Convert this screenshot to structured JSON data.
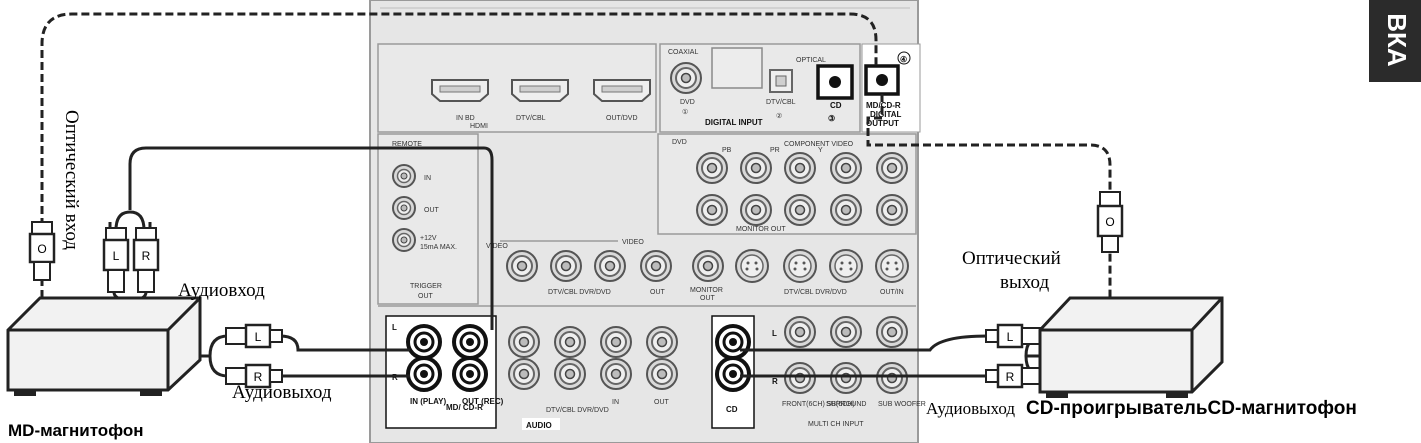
{
  "tab": {
    "text": "ВКА"
  },
  "labels": {
    "optical_in": "Оптический вход",
    "audio_in": "Аудиовход",
    "audio_out_left": "Аудиовыход",
    "md_recorder": "MD-магнитофон",
    "optical_out_line1": "Оптический",
    "optical_out_line2": "выход",
    "audio_out_right": "Аудиовыход",
    "cd_players": "CD-проигрывательCD-магнитофон"
  },
  "plugs": {
    "O": "O",
    "L": "L",
    "R": "R"
  },
  "panel": {
    "coaxial": "COAXIAL",
    "optical": "OPTICAL",
    "dvd": "DVD",
    "n1": "①",
    "dtv_cbl": "DTV/CBL",
    "n2": "②",
    "cd": "CD",
    "n3": "③",
    "n4": "④",
    "md_cdr": "MD/CD-R",
    "digital": "DIGITAL",
    "output": "OUTPUT",
    "digital_input": "DIGITAL INPUT",
    "hdmi": "HDMI",
    "in_bd": "IN BD",
    "in_dtv": "DTV/CBL",
    "out_dvd": "OUT/DVD",
    "remote": "REMOTE",
    "in": "IN",
    "out": "OUT",
    "v12": "+12V",
    "ma": "15mA MAX.",
    "trigger": "TRIGGER",
    "trigger_out": "OUT",
    "video": "VIDEO",
    "video_left": "VIDEO",
    "component_video": "COMPONENT VIDEO",
    "pb": "PB",
    "pr": "PR",
    "y": "Y",
    "monitor_out": "MONITOR OUT",
    "dtv_dvr": "DTV/CBL DVR/DVD",
    "out_v": "OUT",
    "monitor": "MONITOR",
    "out2": "OUT",
    "svideo_labels": "DTV/CBL DVR/DVD",
    "out_s": "OUT/IN",
    "in_play": "IN (PLAY)",
    "md_cdr_small": "MD/ CD-R",
    "out_rec": "OUT (REC)",
    "dtv_dvr_audio": "DTV/CBL DVR/DVD",
    "in_a": "IN",
    "out_a": "OUT",
    "cd_a": "CD",
    "audio": "AUDIO",
    "front": "FRONT(6CH) SB(6CH)",
    "surround": "SURROUND",
    "sub": "SUB WOOFER",
    "multi": "MULTI CH INPUT",
    "l_mark": "L",
    "r_mark": "R"
  },
  "colors": {
    "panel_bg": "#e6e6e6",
    "panel_line": "#9a9a9a",
    "box_fill": "#f2f2f2",
    "tab_bg": "#2b2b2b",
    "tab_fg": "#ffffff",
    "cable": "#222222"
  }
}
